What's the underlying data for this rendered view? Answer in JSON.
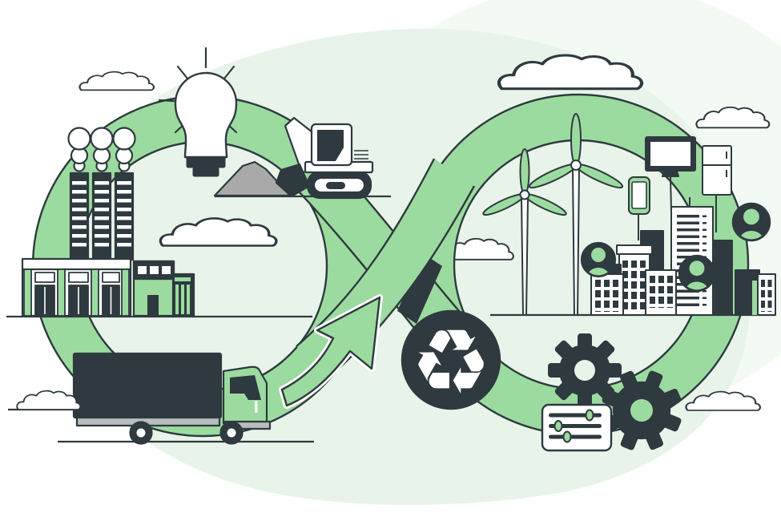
{
  "colors": {
    "green": "#9cdb9f",
    "dark": "#2e3a3f",
    "blob": "#e8f4e9",
    "blob2": "#f3faf4",
    "white": "#ffffff",
    "gray": "#b8bdbd",
    "pile": "#a9a9a9"
  },
  "icons": {
    "recycle_glyph": "♻",
    "list": [
      "recycle-icon",
      "lightbulb-icon",
      "gear-icon",
      "user-avatar-icon",
      "monitor-icon",
      "fridge-icon",
      "smartphone-icon",
      "cloud-icon",
      "wind-turbine-icon",
      "factory-icon",
      "truck-icon",
      "excavator-icon",
      "arrow-icon",
      "sliders-icon"
    ]
  },
  "scene": {
    "elements": [
      "background-blob",
      "infinity-loop-left",
      "infinity-loop-right",
      "factory",
      "chimney-smoke",
      "light-bulb",
      "excavator",
      "material-pile",
      "delivery-truck",
      "flow-arrow",
      "recycle-badge",
      "wind-turbines",
      "city-skyline",
      "consumer-devices",
      "user-avatars",
      "gears",
      "settings-sliders-panel",
      "clouds",
      "ground-lines"
    ]
  }
}
